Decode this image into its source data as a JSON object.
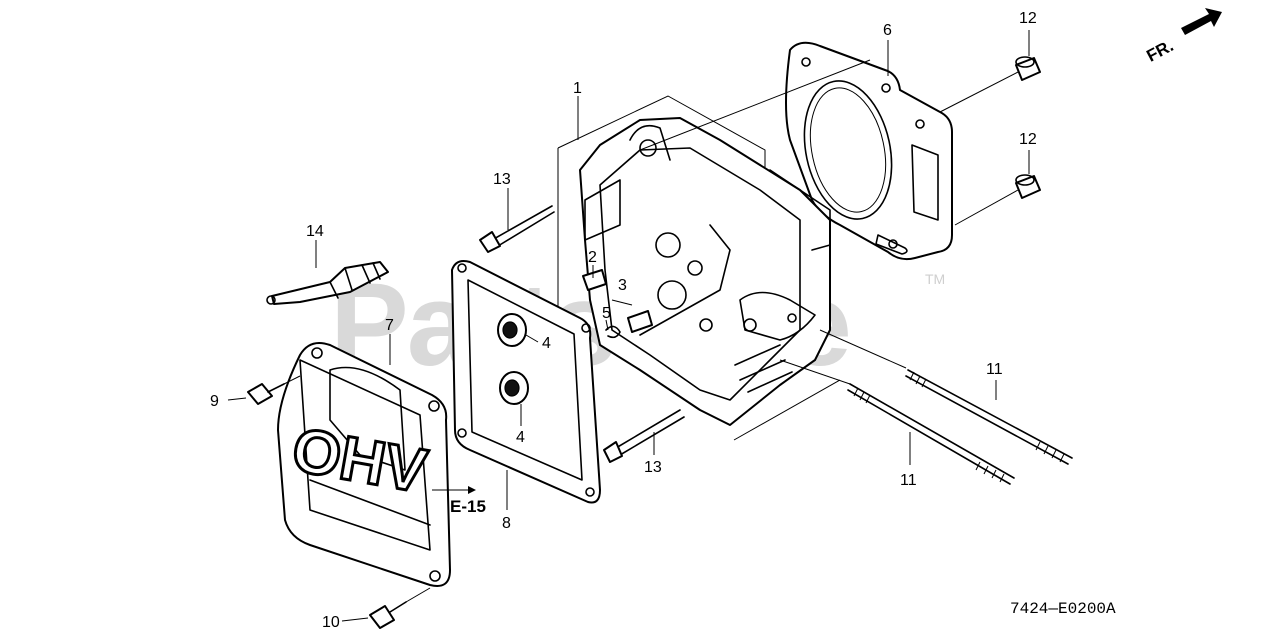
{
  "watermark": {
    "text": "PartsTree",
    "trademark": "TM"
  },
  "direction": {
    "label": "FR."
  },
  "diagram_code": "7424—E0200A",
  "reference": {
    "label": "E-15"
  },
  "overlay_text": "OHV",
  "callouts": {
    "c1": "1",
    "c2": "2",
    "c3": "3",
    "c4a": "4",
    "c4b": "4",
    "c5": "5",
    "c6": "6",
    "c7": "7",
    "c8": "8",
    "c9": "9",
    "c10": "10",
    "c11a": "11",
    "c11b": "11",
    "c12a": "12",
    "c12b": "12",
    "c13a": "13",
    "c13b": "13",
    "c14": "14"
  }
}
